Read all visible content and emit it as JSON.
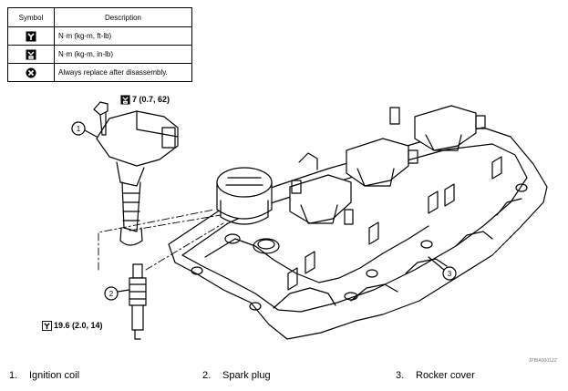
{
  "legend": {
    "header_symbol": "Symbol",
    "header_description": "Description",
    "rows": [
      {
        "icon": "torque-wrench-nm-kgm-ftlb-icon",
        "text": "N·m (kg-m, ft-lb)"
      },
      {
        "icon": "torque-wrench-nm-kgm-inlb-icon",
        "text": "N·m (kg-m, in-lb)"
      },
      {
        "icon": "always-replace-icon",
        "text": "Always replace after disassembly."
      }
    ]
  },
  "diagram": {
    "callouts": [
      "1",
      "2",
      "3"
    ],
    "torque_bolt": "7 (0.7, 62)",
    "torque_plug": "19.6 (2.0, 14)",
    "corner_code": "JPBIA0001ZZ"
  },
  "captions": [
    {
      "number": "1.",
      "label": "Ignition coil"
    },
    {
      "number": "2.",
      "label": "Spark plug"
    },
    {
      "number": "3.",
      "label": "Rocker cover"
    }
  ]
}
